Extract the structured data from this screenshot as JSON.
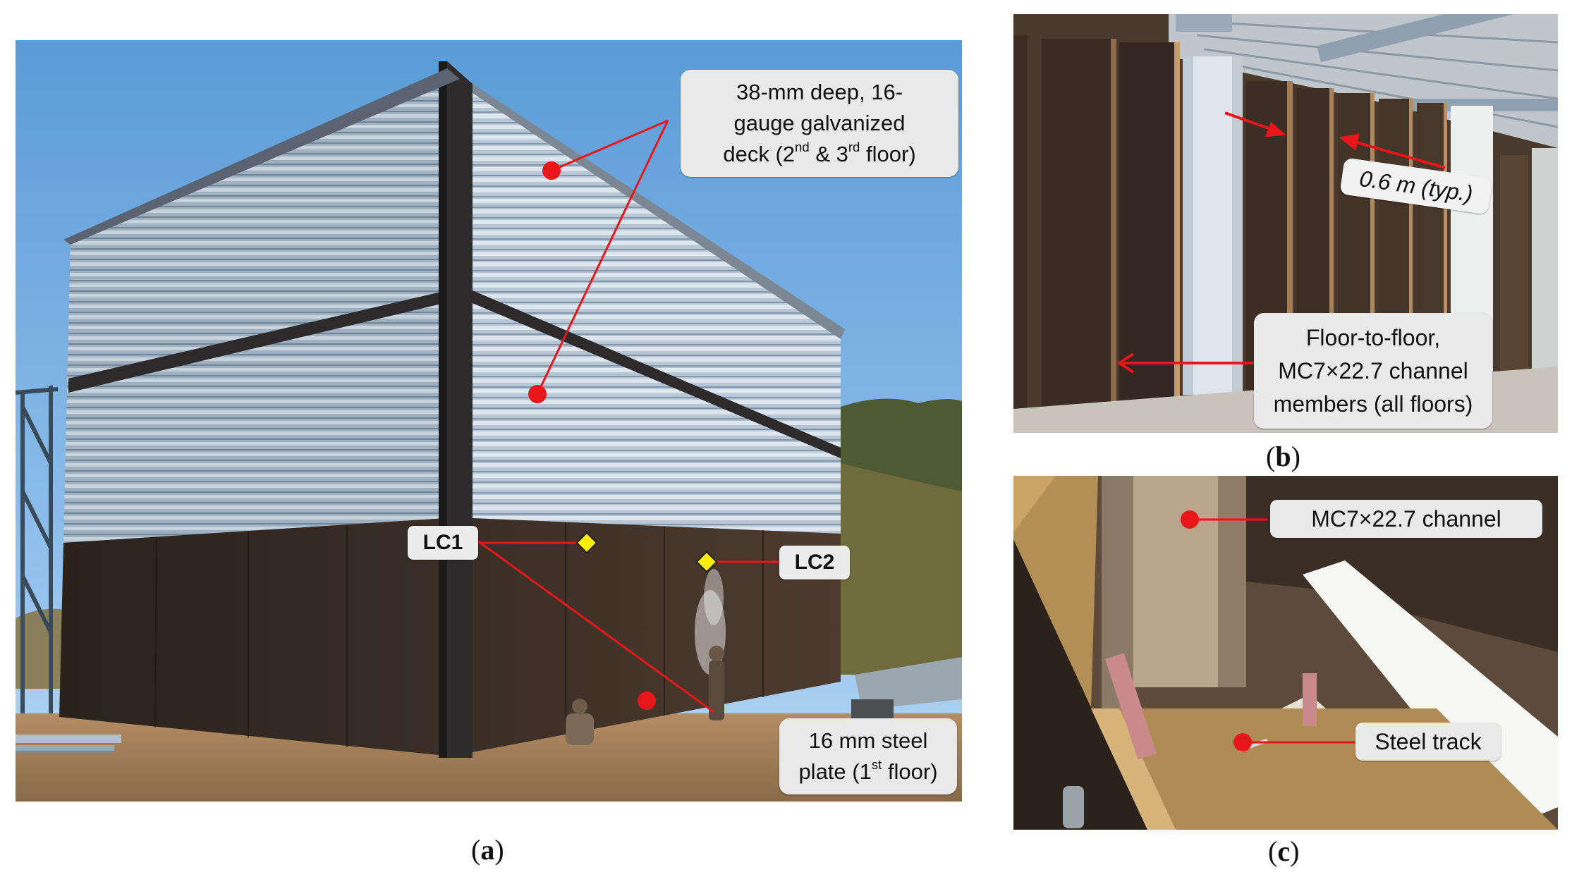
{
  "panel_a": {
    "caption_letter": "a",
    "callout_deck": {
      "line1": "38-mm deep, 16-",
      "line2": "gauge galvanized",
      "line3_pre": "deck (2",
      "line3_sup1": "nd",
      "line3_mid": " & 3",
      "line3_sup2": "rd",
      "line3_post": " floor)"
    },
    "callout_plate": {
      "line1": "16 mm steel",
      "line2_pre": "plate (1",
      "line2_sup": "st",
      "line2_post": " floor)"
    },
    "tag_lc1": "LC1",
    "tag_lc2": "LC2"
  },
  "panel_b": {
    "caption_letter": "b",
    "dimension_label": "0.6 m (typ.)",
    "callout_members": {
      "line1": "Floor-to-floor,",
      "line2": "MC7×22.7 channel",
      "line3": "members (all floors)"
    }
  },
  "panel_c": {
    "caption_letter": "c",
    "callout_channel": "MC7×22.7 channel",
    "callout_track": "Steel track"
  },
  "colors": {
    "marker_red": "#e8151b",
    "marker_yellow": "#ffee00",
    "callout_bg": "#e9e9e9"
  }
}
